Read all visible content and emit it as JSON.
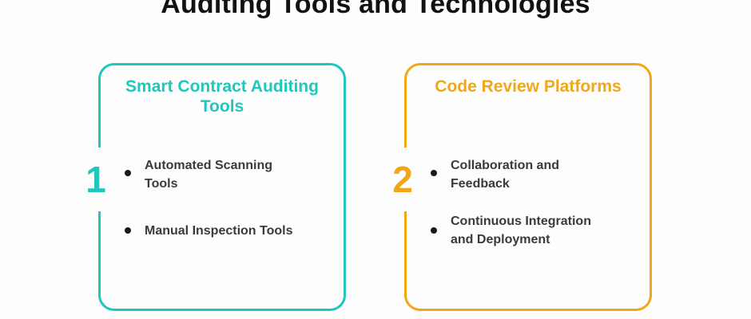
{
  "title": "Auditing Tools and Technologies",
  "colors": {
    "teal": "#1fc7bd",
    "orange": "#f0a81a",
    "text": "#3a3a3a"
  },
  "cards": [
    {
      "number": "1",
      "heading_line1": "Smart Contract Auditing",
      "heading_line2": "Tools",
      "items": [
        {
          "line1": "Automated Scanning",
          "line2": "Tools"
        },
        {
          "line1": "Manual Inspection Tools",
          "line2": ""
        }
      ]
    },
    {
      "number": "2",
      "heading_line1": "Code Review Platforms",
      "heading_line2": "",
      "items": [
        {
          "line1": "Collaboration and",
          "line2": "Feedback"
        },
        {
          "line1": "Continuous Integration",
          "line2": "and Deployment"
        }
      ]
    }
  ]
}
